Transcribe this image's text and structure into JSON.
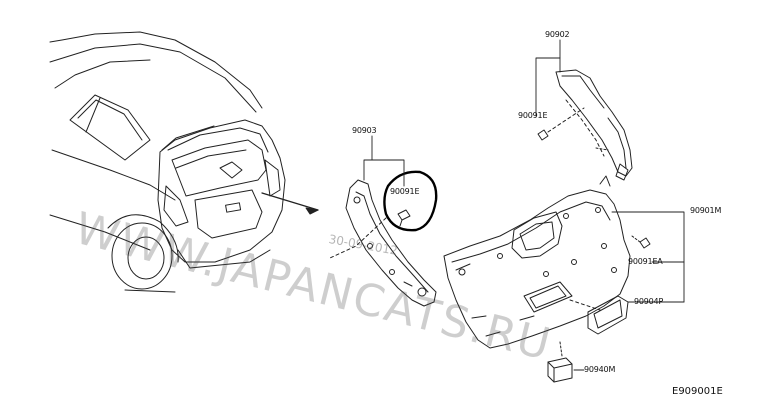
{
  "parts": {
    "p90902": "90902",
    "p90091E_top": "90091E",
    "p90903": "90903",
    "p90091E_circled": "90091E",
    "p90901M": "90901M",
    "p90091EA": "90091EA",
    "p90904P": "90904P",
    "p90940M": "90940M"
  },
  "figure_code": "E909001E",
  "watermark": {
    "text": "WWW.JAPANCATS.RU",
    "date": "30-09-2012"
  },
  "colors": {
    "line": "#111111",
    "highlight_circle": "#000000"
  }
}
